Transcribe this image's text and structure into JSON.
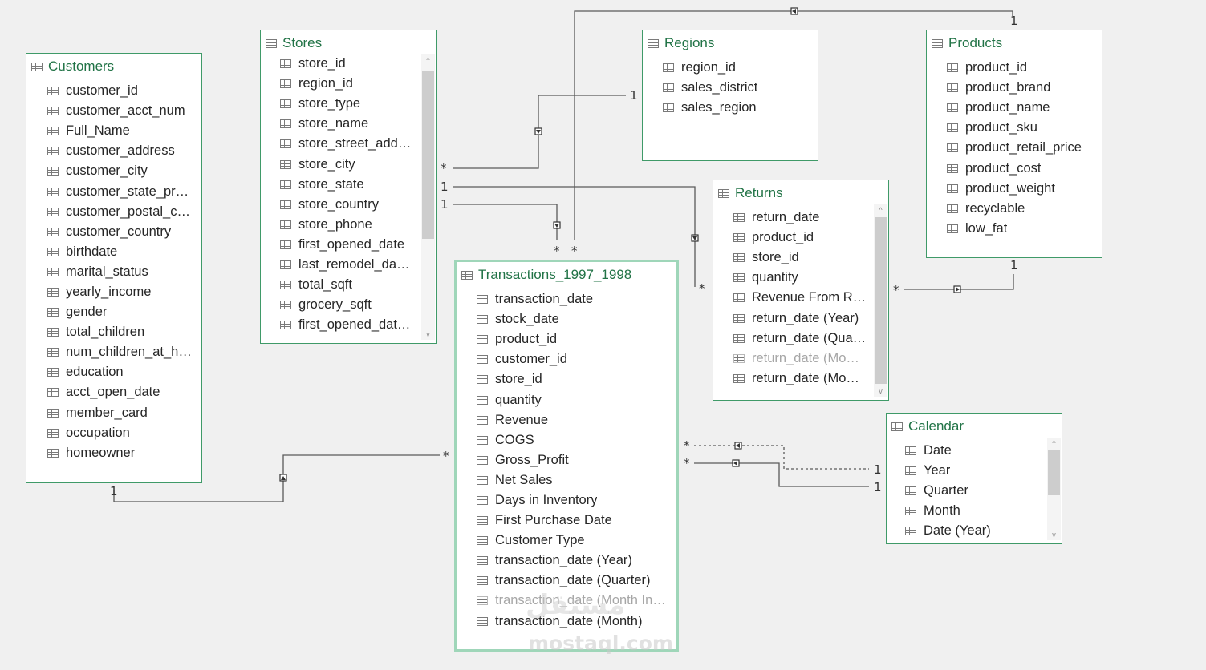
{
  "tables": {
    "customers": {
      "name": "Customers",
      "fields": [
        "customer_id",
        "customer_acct_num",
        "Full_Name",
        "customer_address",
        "customer_city",
        "customer_state_pr…",
        "customer_postal_c…",
        "customer_country",
        "birthdate",
        "marital_status",
        "yearly_income",
        "gender",
        "total_children",
        "num_children_at_h…",
        "education",
        "acct_open_date",
        "member_card",
        "occupation",
        "homeowner"
      ]
    },
    "stores": {
      "name": "Stores",
      "fields": [
        "store_id",
        "region_id",
        "store_type",
        "store_name",
        "store_street_add…",
        "store_city",
        "store_state",
        "store_country",
        "store_phone",
        "first_opened_date",
        "last_remodel_da…",
        "total_sqft",
        "grocery_sqft",
        "first_opened_dat…"
      ]
    },
    "regions": {
      "name": "Regions",
      "fields": [
        "region_id",
        "sales_district",
        "sales_region"
      ]
    },
    "products": {
      "name": "Products",
      "fields": [
        "product_id",
        "product_brand",
        "product_name",
        "product_sku",
        "product_retail_price",
        "product_cost",
        "product_weight",
        "recyclable",
        "low_fat"
      ]
    },
    "returns": {
      "name": "Returns",
      "fields": [
        "return_date",
        "product_id",
        "store_id",
        "quantity",
        "Revenue From R…",
        "return_date (Year)",
        "return_date (Qua…",
        "return_date (Mo…",
        "return_date (Mo…"
      ],
      "hidden_fields": [
        7
      ]
    },
    "transactions": {
      "name": "Transactions_1997_1998",
      "fields": [
        "transaction_date",
        "stock_date",
        "product_id",
        "customer_id",
        "store_id",
        "quantity",
        "Revenue",
        "COGS",
        "Gross_Profit",
        "Net Sales",
        "Days in Inventory",
        "First Purchase Date",
        "Customer Type",
        "transaction_date (Year)",
        "transaction_date (Quarter)",
        "transaction_date (Month In…",
        "transaction_date (Month)"
      ],
      "hidden_fields": [
        15
      ]
    },
    "calendar": {
      "name": "Calendar",
      "fields": [
        "Date",
        "Year",
        "Quarter",
        "Month",
        "Date (Year)"
      ]
    }
  },
  "cardinality": {
    "one": "1",
    "many": "*"
  },
  "watermark": {
    "arabic": "مستقل",
    "latin": "mostaql.com"
  }
}
